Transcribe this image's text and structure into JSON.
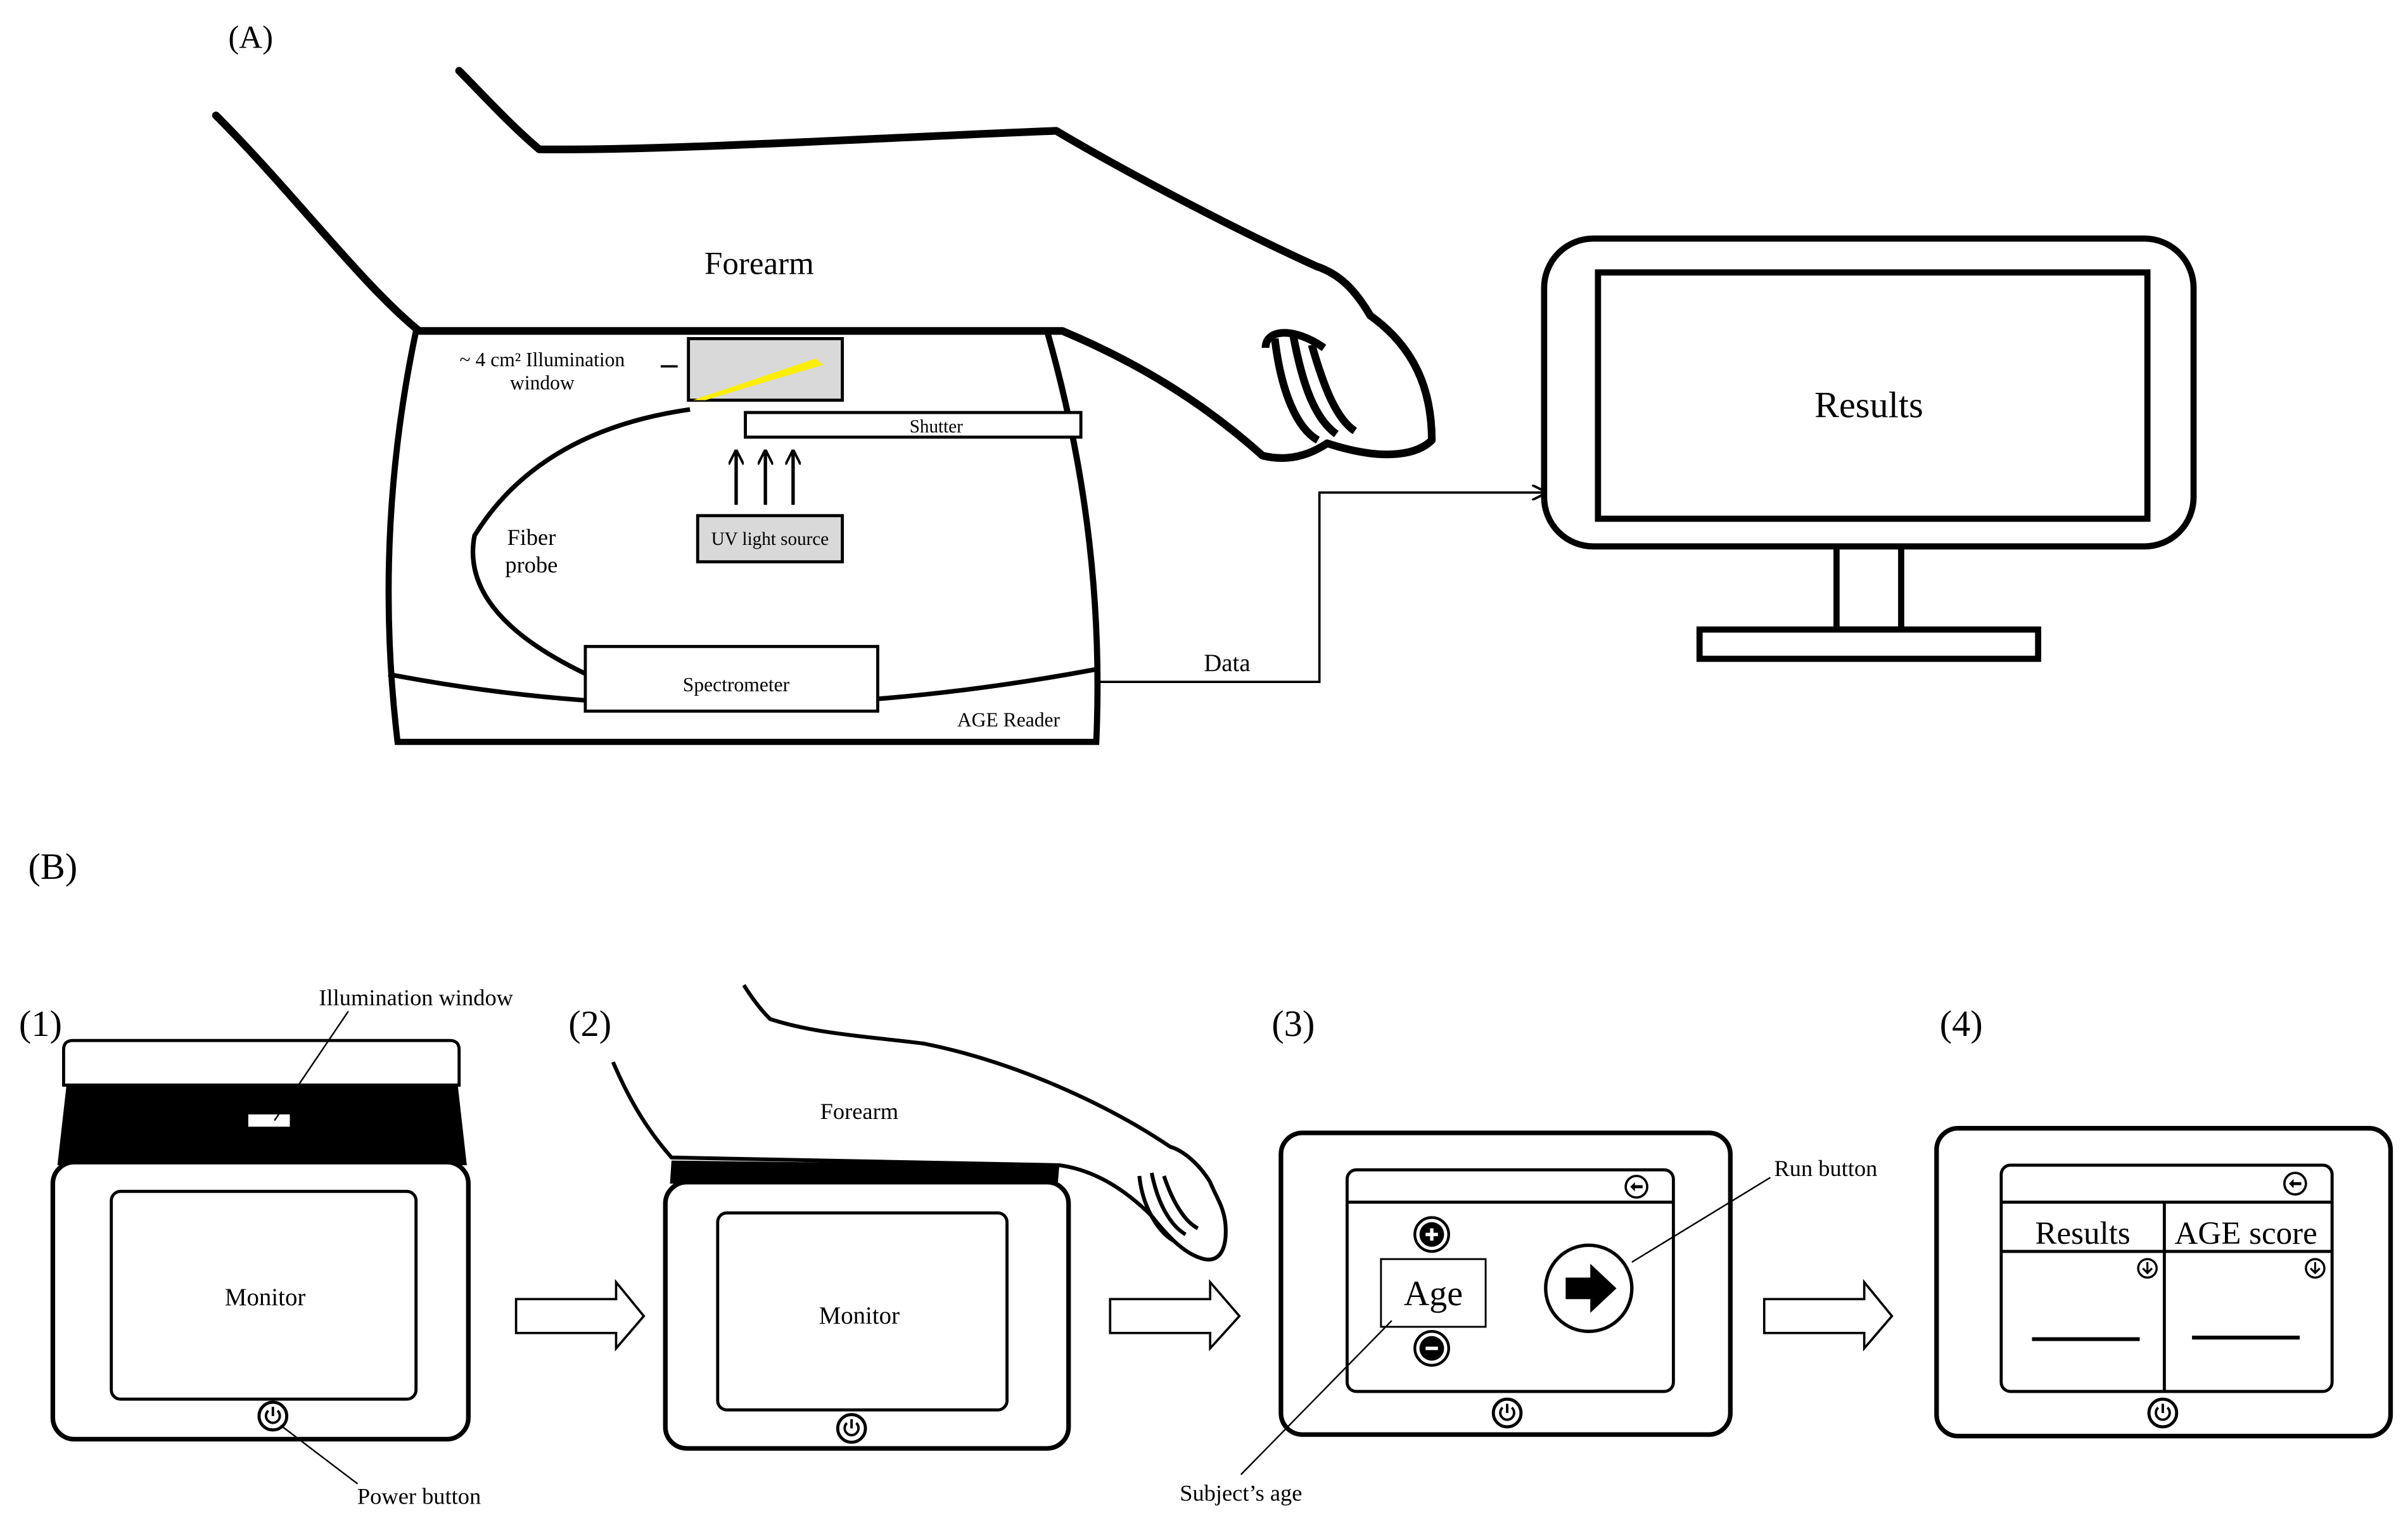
{
  "panel_a": {
    "label": "(A)",
    "forearm": "Forearm",
    "illumination_line1": "~ 4 cm² Illumination",
    "illumination_line2": "window",
    "shutter": "Shutter",
    "uv_source": "UV light source",
    "fiber_line1": "Fiber",
    "fiber_line2": "probe",
    "spectrometer": "Spectrometer",
    "age_reader": "AGE Reader",
    "data": "Data",
    "results": "Results",
    "colors": {
      "beam": "#ffee00",
      "window_fill": "#d9d9d9"
    }
  },
  "panel_b": {
    "label": "(B)",
    "step1": {
      "label": "(1)",
      "illumination_window": "Illumination window",
      "monitor": "Monitor",
      "power_button": "Power button"
    },
    "step2": {
      "label": "(2)",
      "forearm": "Forearm",
      "monitor": "Monitor"
    },
    "step3": {
      "label": "(3)",
      "age": "Age",
      "run_button": "Run button",
      "subjects_age": "Subject’s age"
    },
    "step4": {
      "label": "(4)",
      "results": "Results",
      "age_score": "AGE score"
    }
  }
}
